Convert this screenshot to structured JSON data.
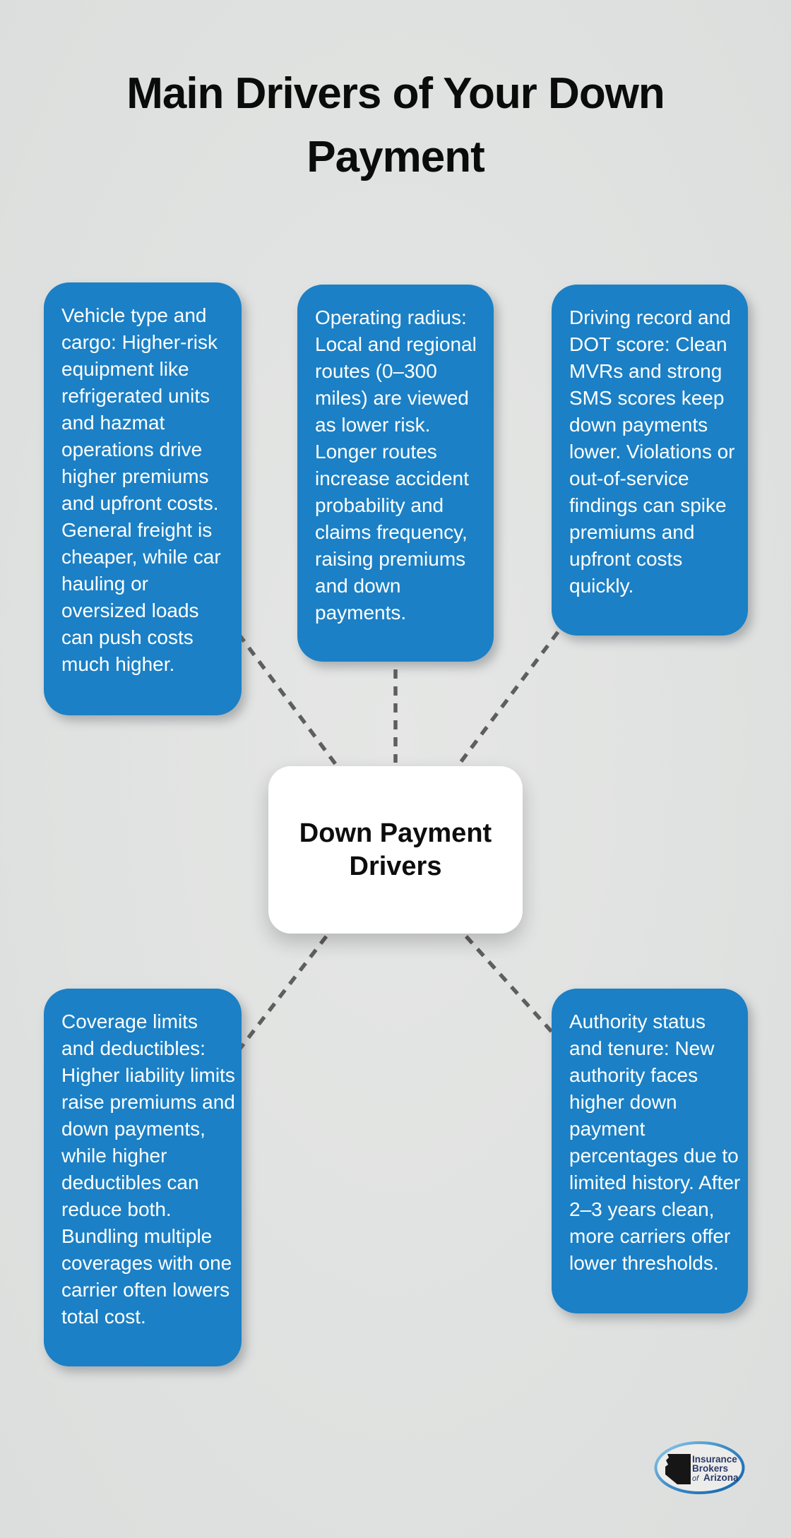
{
  "title": "Main Drivers of Your Down Payment",
  "center": {
    "label": "Down Payment Drivers"
  },
  "nodes": [
    {
      "id": "vehicle",
      "text": "Vehicle type and cargo: Higher-risk equipment like refrigerated units and hazmat operations drive higher premiums and upfront costs. General freight is cheaper, while car hauling or oversized loads can push costs much higher."
    },
    {
      "id": "radius",
      "text": "Operating radius: Local and regional routes (0–300 miles) are viewed as lower risk. Longer routes increase accident probability and claims frequency, raising premiums and down payments."
    },
    {
      "id": "driving",
      "text": "Driving record and DOT score: Clean MVRs and strong SMS scores keep down payments lower. Violations or out-of-service findings can spike premiums and upfront costs quickly."
    },
    {
      "id": "coverage",
      "text": "Coverage limits and deductibles: Higher liability limits raise premiums and down payments, while higher deductibles can reduce both. Bundling multiple coverages with one carrier often lowers total cost."
    },
    {
      "id": "authority",
      "text": "Authority status and tenure: New authority faces higher down payment percentages due to limited history. After 2–3 years clean, more carriers offer lower thresholds."
    }
  ],
  "logo": {
    "line1": "Insurance",
    "line2": "Brokers",
    "line3_prefix": "of",
    "line3": "Arizona"
  },
  "colors": {
    "node_blue": "#1b80c5",
    "background_gray": "#e0e2e1",
    "dash_gray": "#5e5e5e",
    "title_black": "#0b0b0b",
    "logo_navy": "#2c3968"
  }
}
